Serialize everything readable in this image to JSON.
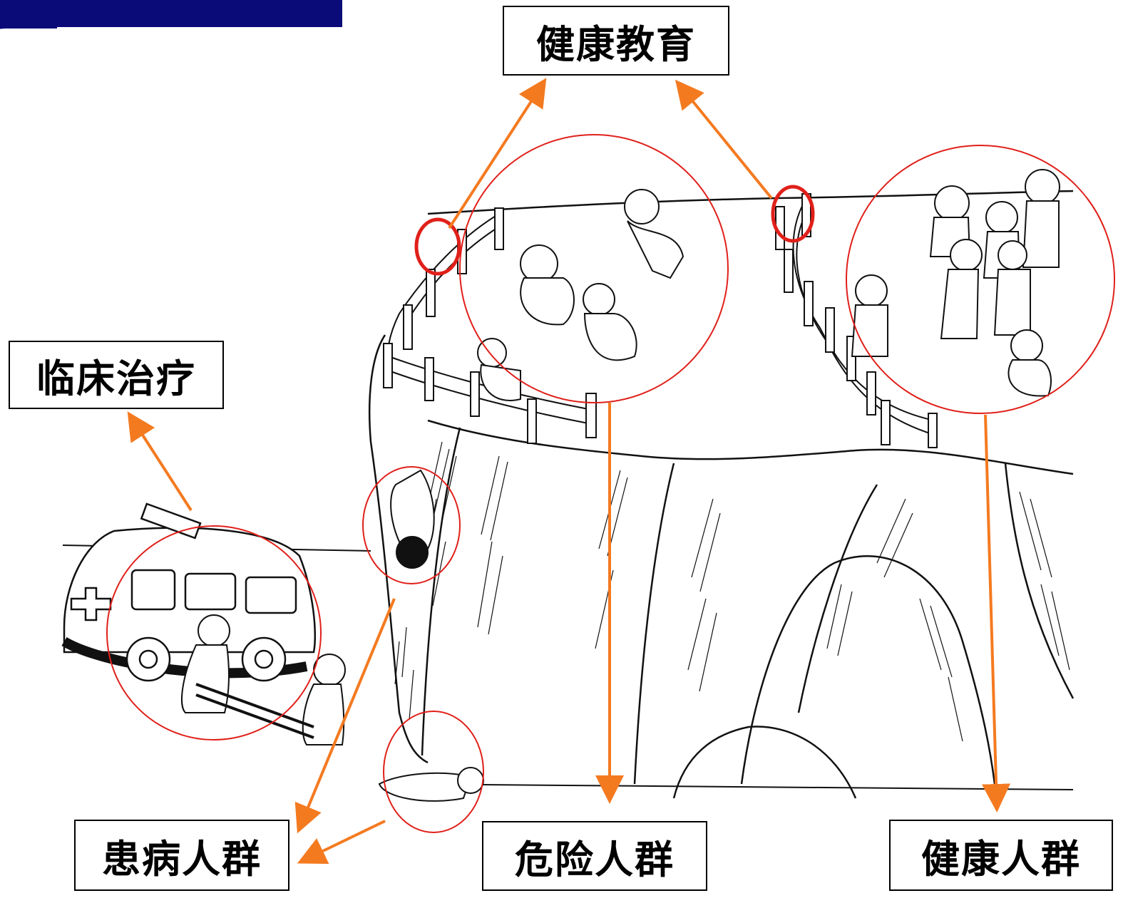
{
  "labels": {
    "health_education": "健康教育",
    "clinical_treatment": "临床治疗",
    "sick_population": "患病人群",
    "risk_population": "危险人群",
    "healthy_population": "健康人群"
  },
  "colors": {
    "arrow": "#f47a20",
    "circle": "#e0201a",
    "header": "#0a0a78",
    "line_art": "#111111"
  }
}
